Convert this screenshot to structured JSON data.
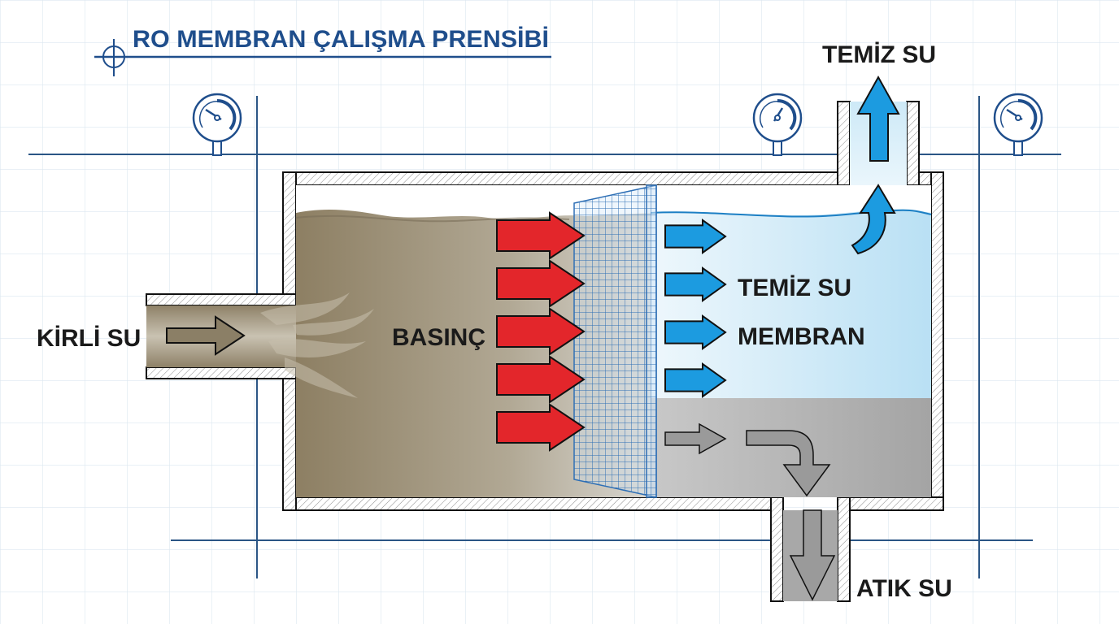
{
  "title": "RO MEMBRAN ÇALIŞMA PRENSİBİ",
  "labels": {
    "inlet": "KİRLİ SU",
    "pressure": "BASINÇ",
    "clean_water_top": "TEMİZ SU",
    "clean_water_inner": "TEMİZ SU",
    "membrane": "MEMBRAN",
    "waste": "ATIK SU"
  },
  "gauges": [
    {
      "name": "inlet-pressure-gauge"
    },
    {
      "name": "permeate-pressure-gauge"
    },
    {
      "name": "outlet-pressure-gauge"
    }
  ],
  "flows": {
    "pressure_arrows": 5,
    "permeate_arrows": 4,
    "concentrate_arrows": 1
  },
  "colors": {
    "title": "#1f4e8c",
    "blueprint_line": "#2a5585",
    "grid": "#dce7f0",
    "dirty_water": "#8f8268",
    "clean_water": "#bfe3f5",
    "waste_water": "#a9a9a9",
    "pressure_arrow": "#e3262b",
    "clean_arrow": "#1c9be0",
    "waste_arrow": "#9a9a9a",
    "membrane_mesh": "#2e6fb5"
  }
}
